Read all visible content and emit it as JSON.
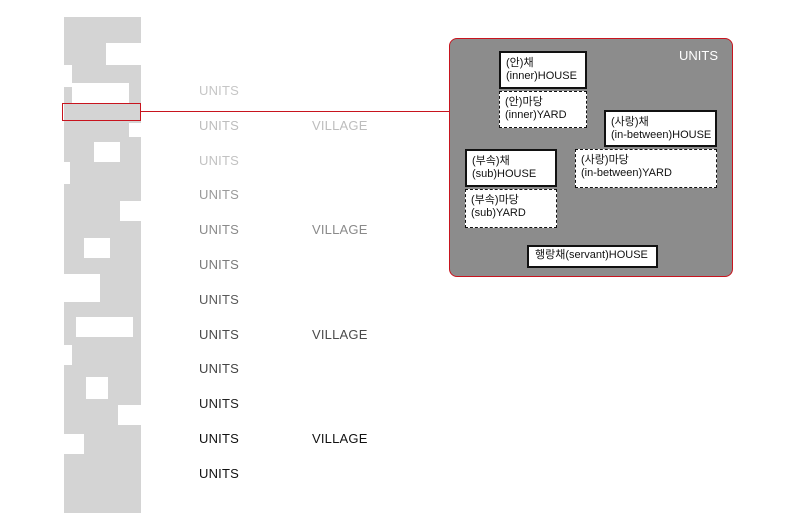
{
  "rows": [
    {
      "unit": "UNITS",
      "village": "",
      "color": "#c6c6c6"
    },
    {
      "unit": "UNITS",
      "village": "VILLAGE",
      "color": "#bdbdbd"
    },
    {
      "unit": "UNITS",
      "village": "",
      "color": "#c2c2c2"
    },
    {
      "unit": "UNITS",
      "village": "",
      "color": "#9a9a9a"
    },
    {
      "unit": "UNITS",
      "village": "VILLAGE",
      "color": "#8a8a8a"
    },
    {
      "unit": "UNITS",
      "village": "",
      "color": "#7a7a7a"
    },
    {
      "unit": "UNITS",
      "village": "",
      "color": "#5a5a5a"
    },
    {
      "unit": "UNITS",
      "village": "VILLAGE",
      "color": "#4a4a4a"
    },
    {
      "unit": "UNITS",
      "village": "",
      "color": "#444444"
    },
    {
      "unit": "UNITS",
      "village": "",
      "color": "#222222"
    },
    {
      "unit": "UNITS",
      "village": "VILLAGE",
      "color": "#111111"
    },
    {
      "unit": "UNITS",
      "village": "",
      "color": "#111111"
    }
  ],
  "panel": {
    "title": "UNITS",
    "inner_house": {
      "line1": "(안)채",
      "line2": "(inner)HOUSE"
    },
    "inner_yard": {
      "line1": "(안)마당",
      "line2": "(inner)YARD"
    },
    "between_house": {
      "line1": "(사랑)채",
      "line2": "(in-between)HOUSE"
    },
    "between_yard": {
      "line1": "(사랑)마당",
      "line2": "(in-between)YARD"
    },
    "sub_house": {
      "line1": "(부속)채",
      "line2": "(sub)HOUSE"
    },
    "sub_yard": {
      "line1": "(부속)마당",
      "line2": "(sub)YARD"
    },
    "servant_house": {
      "line1": "행랑채(servant)HOUSE"
    }
  },
  "colors": {
    "accent": "#c8141e",
    "strip": "#d4d4d4",
    "panel": "#8c8c8c"
  }
}
